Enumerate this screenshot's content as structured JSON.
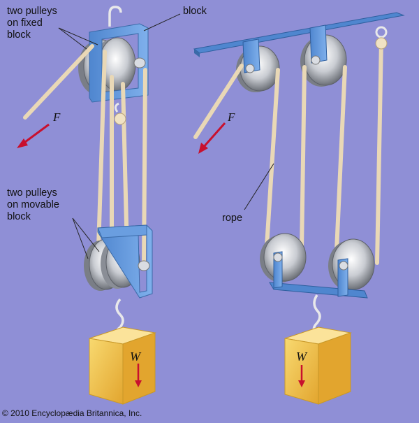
{
  "labels": {
    "fixed_pulleys": [
      "two pulleys",
      "on fixed",
      "block"
    ],
    "block": "block",
    "movable_pulleys": [
      "two pulleys",
      "on movable",
      "block"
    ],
    "rope": "rope",
    "force_left": "F",
    "force_right": "F",
    "weight_left": "W",
    "weight_right": "W"
  },
  "copyright": "© 2010 Encyclopædia Britannica, Inc.",
  "colors": {
    "background": "#8f8fd6",
    "frame": "#5b8fd4",
    "rope": "#efe0c4",
    "force_arrow": "#c8102e",
    "weight": "#f5c542"
  },
  "icons": [
    "hook-icon",
    "pulley-icon",
    "force-arrow-icon",
    "weight-box-icon",
    "knot-icon"
  ]
}
